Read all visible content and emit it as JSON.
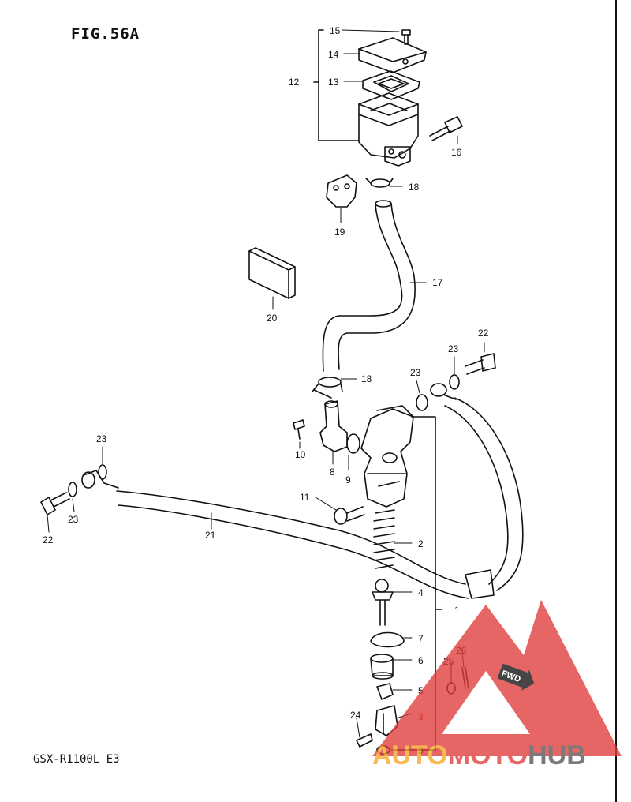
{
  "figure": {
    "title": "FIG.56A",
    "model_code": "GSX-R1100L E3"
  },
  "parts": [
    {
      "label": "15"
    },
    {
      "label": "14"
    },
    {
      "label": "13"
    },
    {
      "label": "12"
    },
    {
      "label": "16"
    },
    {
      "label": "18"
    },
    {
      "label": "19"
    },
    {
      "label": "17"
    },
    {
      "label": "20"
    },
    {
      "label": "22"
    },
    {
      "label": "23"
    },
    {
      "label": "18"
    },
    {
      "label": "23"
    },
    {
      "label": "10"
    },
    {
      "label": "8"
    },
    {
      "label": "9"
    },
    {
      "label": "23"
    },
    {
      "label": "11"
    },
    {
      "label": "23"
    },
    {
      "label": "22"
    },
    {
      "label": "21"
    },
    {
      "label": "2"
    },
    {
      "label": "4"
    },
    {
      "label": "1"
    },
    {
      "label": "7"
    },
    {
      "label": "6"
    },
    {
      "label": "26"
    },
    {
      "label": "25"
    },
    {
      "label": "5"
    },
    {
      "label": "24"
    },
    {
      "label": "3"
    },
    {
      "label": "5"
    }
  ],
  "watermark": {
    "text_orange": "AUTO",
    "text_red": "MOTO",
    "text_gray": "HUB",
    "badge": "FWD",
    "colors": {
      "red": "#e03a3a",
      "orange": "#f5a623",
      "gray": "#555555"
    }
  }
}
